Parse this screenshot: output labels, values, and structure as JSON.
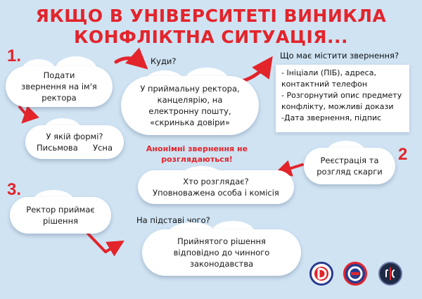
{
  "title": {
    "line1": "ЯКЩО В УНІВЕРСИТЕТІ ВИНИКЛА",
    "line2": "КОНФЛІКТНА СИТУАЦІЯ..."
  },
  "steps": [
    {
      "number": "1.",
      "text": "Подати звернення на ім'я ректора"
    },
    {
      "number": "2",
      "text": "Реєстрація та розгляд скарги"
    },
    {
      "number": "3.",
      "text": "Ректор приймає рішення"
    }
  ],
  "form": {
    "question": "У якій формі?",
    "option_1": "Письмова",
    "option_2": "Усна"
  },
  "where": {
    "question": "Куди?",
    "answer": "У приймальну ректора, канцелярію, на електронну пошту, «скринька довіри»"
  },
  "contents": {
    "question": "Що має містити звернення?",
    "items": [
      "- Ініціали (ПІБ), адреса, контактний телефон",
      "- Розгорнутий опис предмету конфлікту, можливі докази",
      "-Дата звернення, підпис"
    ]
  },
  "anonymous_warning": "Анонімні звернення не розглядаються!",
  "who": {
    "question": "Хто розглядає?",
    "answer": "Уповноважена особа і комісія"
  },
  "basis": {
    "question": "На підставі чого?",
    "answer": "Прийнятого рішення відповідно до чинного законодавства"
  },
  "logos": [
    {
      "icon": "university-logo-icon"
    },
    {
      "icon": "union-logo-icon"
    },
    {
      "icon": "student-council-logo-icon"
    }
  ],
  "colors": {
    "accent_red": "#e3242b",
    "background": "#cfe3f3",
    "navy": "#2a3b8f"
  }
}
